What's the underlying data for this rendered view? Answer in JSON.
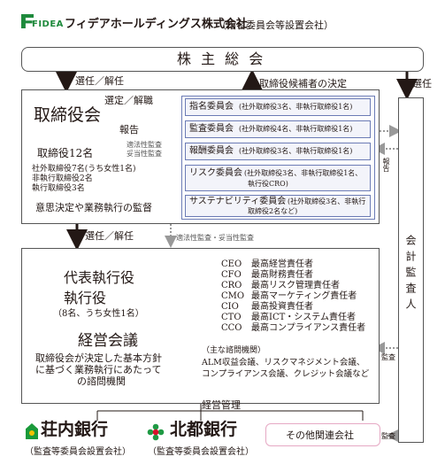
{
  "header": {
    "logo_text": "FIDEA",
    "company_name": "フィデアホールディングス株式会社",
    "company_note": "（指名委員会等設置会社）"
  },
  "shareholders_meeting": "株 主 総 会",
  "labels": {
    "appoint_dismiss_top": "選任／解任",
    "candidate_decision": "取締役候補者の決定",
    "appoint_right": "選任",
    "appoint_dismiss_mid": "選任／解任",
    "select_dismiss": "選定／解職",
    "report": "報告",
    "report_right": "報告",
    "audit_legality_1": "適法性監査",
    "audit_legality_2": "妥当性監査",
    "audit_legality_bottom": "適法性監査・妥当性監査",
    "audit_1": "監査",
    "audit_2": "監査",
    "management": "経営管理"
  },
  "board": {
    "title": "取締役会",
    "count": "取締役12名",
    "members": [
      "社外取締役7名(うち女性1名)",
      "非執行取締役2名",
      "執行取締役3名"
    ],
    "role": "意思決定や業務執行の監督"
  },
  "committees": [
    {
      "name": "指名委員会",
      "members": "(社外取締役3名、非執行取締役1名)"
    },
    {
      "name": "監査委員会",
      "members": "(社外取締役4名、非執行取締役1名)"
    },
    {
      "name": "報酬委員会",
      "members": "(社外取締役3名、非執行取締役1名)"
    },
    {
      "name": "リスク委員会",
      "members": "(社外取締役3名、非執行取締役1名、",
      "members2": "執行役CRO)"
    },
    {
      "name": "サステナビリティ委員会",
      "members": "(社外取締役3名、非執行",
      "members2": "取締役2名など)"
    }
  ],
  "auditor": "会計監査人",
  "executives": {
    "title1": "代表執行役",
    "title2": "執行役",
    "count": "（8名、うち女性1名）",
    "officers": [
      {
        "code": "CEO",
        "desc": "最高経営責任者"
      },
      {
        "code": "CFO",
        "desc": "最高財務責任者"
      },
      {
        "code": "CRO",
        "desc": "最高リスク管理責任者"
      },
      {
        "code": "CMO",
        "desc": "最高マーケティング責任者"
      },
      {
        "code": "CIO",
        "desc": "最高投資責任者"
      },
      {
        "code": "CTO",
        "desc": "最高ICT・システム責任者"
      },
      {
        "code": "CCO",
        "desc": "最高コンプライアンス責任者"
      }
    ]
  },
  "mgmt_meeting": {
    "title": "経営会議",
    "desc1": "取締役会が決定した基本方針",
    "desc2": "に基づく業務執行にあたって",
    "desc3": "の諮問機関"
  },
  "advisory": {
    "heading": "（主な諮問機関）",
    "line1": "ALM収益会議、リスクマネジメント会議、",
    "line2": "コンプライアンス会議、クレジット会議など"
  },
  "banks": [
    {
      "name": "荘内銀行",
      "note": "（監査等委員会設置会社）"
    },
    {
      "name": "北都銀行",
      "note": "（監査等委員会設置会社）"
    }
  ],
  "other_companies": "その他関連会社",
  "colors": {
    "committee_border": "#6b7bb5",
    "committee_fill": "#f3f4fa",
    "other_border": "#e6a9c4",
    "logo_green": "#1e8a3c",
    "bank1_green": "#1a9a3a",
    "bank2_red": "#d7102a",
    "bank2_green": "#1f9a44",
    "dotted": "#999999"
  }
}
